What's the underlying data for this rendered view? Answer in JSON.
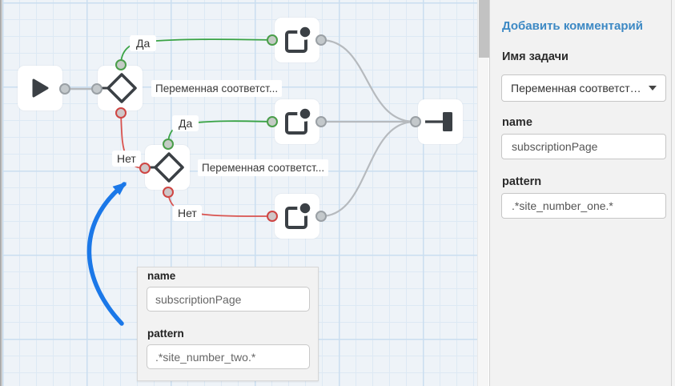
{
  "canvas": {
    "decision1": {
      "title": "Переменная соответст...",
      "yes_label": "Да",
      "no_label": "Нет"
    },
    "decision2": {
      "title": "Переменная соответст...",
      "yes_label": "Да",
      "no_label": "Нет"
    },
    "popup": {
      "name_label": "name",
      "name_value": "subscriptionPage",
      "pattern_label": "pattern",
      "pattern_value": ".*site_number_two.*"
    }
  },
  "panel": {
    "add_comment": "Добавить комментарий",
    "task_name_label": "Имя задачи",
    "task_name_value": "Переменная соответст…",
    "name_label": "name",
    "name_value": "subscriptionPage",
    "pattern_label": "pattern",
    "pattern_value": ".*site_number_one.*"
  },
  "icons": {
    "start": "play-icon",
    "decision": "diamond-icon",
    "task": "page-badge-icon",
    "end": "end-bar-icon",
    "dropdown": "caret-down-icon"
  },
  "colors": {
    "yes_edge": "#3aa345",
    "no_edge": "#d9534f",
    "neutral_edge": "#b6babe",
    "annotation_arrow": "#1b78e8",
    "link_blue": "#3d89c4",
    "node_icon": "#3b4045",
    "canvas_bg": "#eef3f8",
    "grid_minor": "#dde9f4",
    "grid_major": "#cadef0",
    "panel_bg": "#f2f2f2"
  }
}
